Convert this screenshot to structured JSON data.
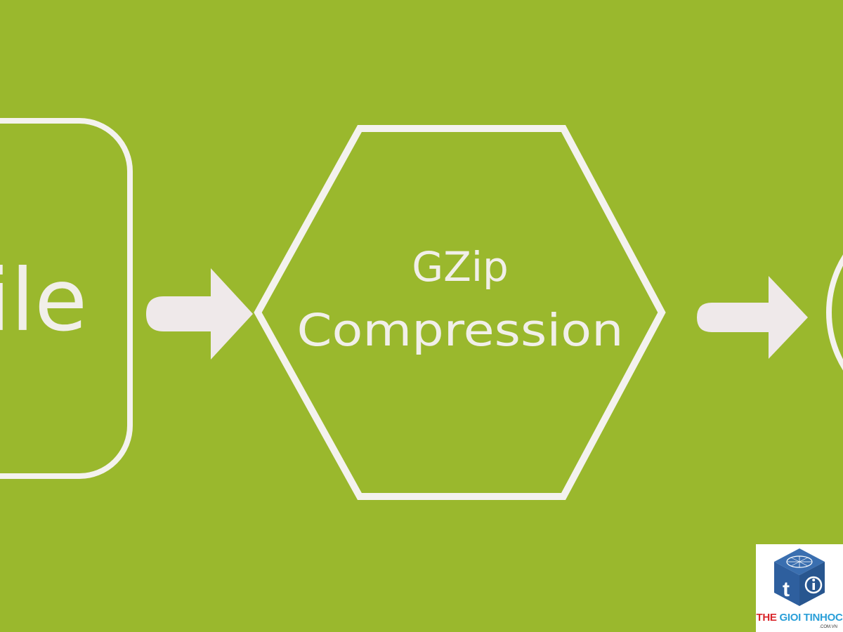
{
  "colors": {
    "background": "#9ab82d",
    "stroke": "#f4f2ee",
    "text": "#f1efe9",
    "arrow": "#efe9ea",
    "logo_blue": "#2e5f9e",
    "logo_red": "#d9262b",
    "logo_cyan": "#2a9fd8"
  },
  "nodes": {
    "file": {
      "label": "File"
    },
    "gzip": {
      "label_line1": "GZip",
      "label_line2": "Compression"
    }
  },
  "watermark": {
    "brand_the": "THE",
    "brand_rest": " GIOI TINHOC",
    "domain": ".COM.VN"
  }
}
